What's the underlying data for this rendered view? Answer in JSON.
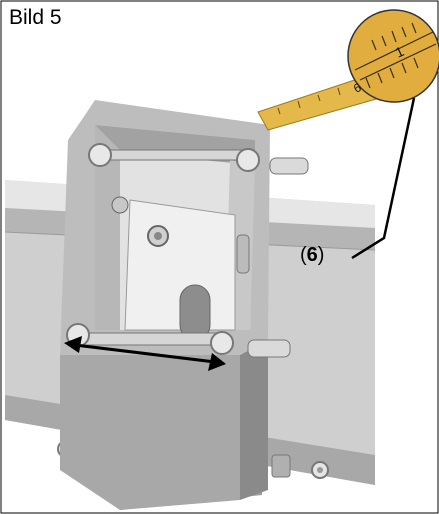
{
  "figure": {
    "caption": "Bild 5",
    "callout_open": "(",
    "callout_number": "6",
    "callout_close": ")",
    "tape_marks": [
      "6",
      "1"
    ]
  },
  "colors": {
    "frame": "#000000",
    "metal_light": "#d9d9d9",
    "metal_mid": "#bdbdbd",
    "metal_dark": "#8c8c8c",
    "tape_yellow": "#e5b84a"
  }
}
